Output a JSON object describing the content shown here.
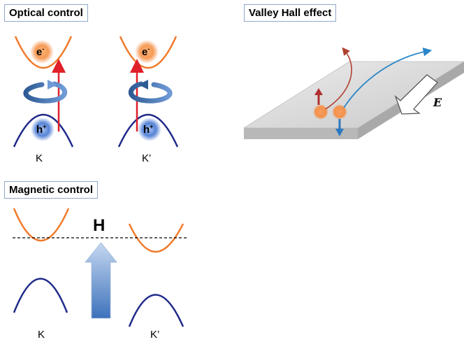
{
  "panels": {
    "optical": {
      "title": "Optical control",
      "electron": "e",
      "electron_sup": "-",
      "hole": "h",
      "hole_sup": "+",
      "valley_left": "K",
      "valley_right": "K’"
    },
    "valley_hall": {
      "title": "Valley Hall effect",
      "field_label": "E"
    },
    "magnetic": {
      "title": "Magnetic control",
      "field_label": "H",
      "valley_left": "K",
      "valley_right": "K’"
    }
  },
  "colors": {
    "conduction_band": "#f07a2a",
    "valence_band": "#1f2a8a",
    "transition_arrow": "#e0202a",
    "rotation_arrow": "#3a6aa8",
    "electron_glow": "#f5893a",
    "hole_glow": "#3a6fd0",
    "field_arrow": "#5b8fd0",
    "plate": "#cfcfcf",
    "red_path": "#b04030",
    "blue_path": "#2a86c8"
  }
}
